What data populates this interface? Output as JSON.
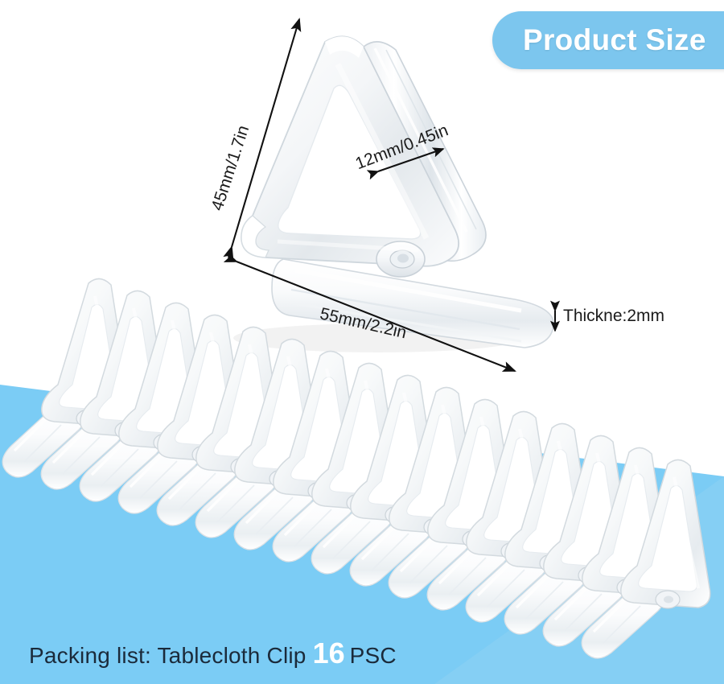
{
  "page": {
    "title": "Product Size",
    "background_white": "#ffffff",
    "background_blue": "#7bccf5",
    "badge_blue": "#7cc6ee",
    "text_dark": "#1b2a3a",
    "text_black": "#1b1b1b",
    "text_white": "#ffffff"
  },
  "badge": {
    "label": "Product Size"
  },
  "dimensions": {
    "height": "45mm/1.7in",
    "width_small": "12mm/0.45in",
    "width_base": "55mm/2.2in",
    "thickness": "Thickne:2mm"
  },
  "caption": {
    "prefix": "Packing list: Tablecloth Clip",
    "count": "16",
    "suffix": "PSC"
  },
  "product": {
    "name": "tablecloth-clip",
    "material_look": "transparent plastic",
    "clip_count_in_row": 16
  }
}
